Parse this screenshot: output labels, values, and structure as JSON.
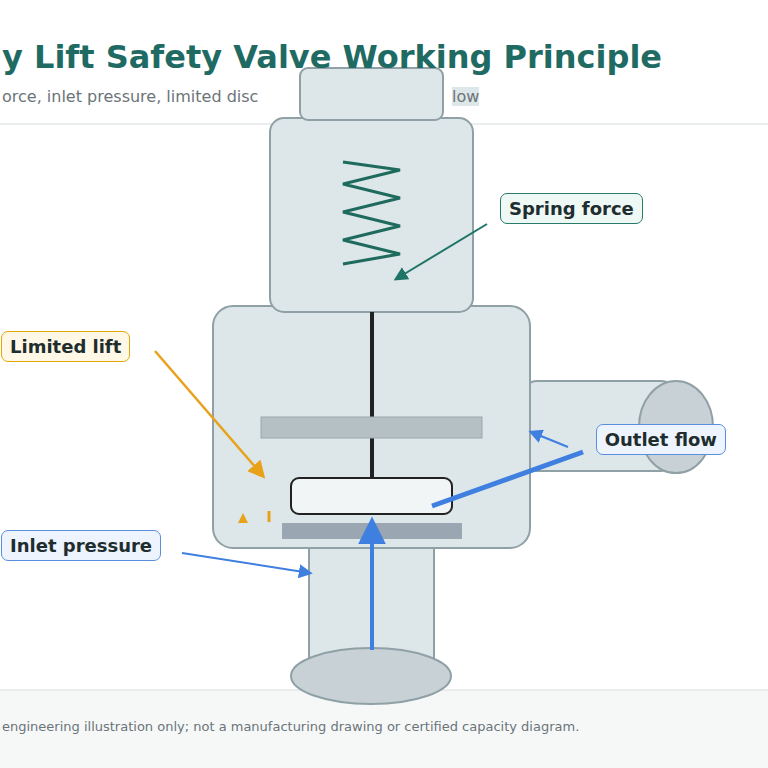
{
  "diagram": {
    "title": "y Lift Safety Valve Working Principle",
    "caption": "engineering illustration only; not a manufacturing drawing or certified capacity diagram.",
    "nodes": [
      {
        "text": [
          "Spring force"
        ]
      },
      {
        "text": [
          "Limited lift"
        ]
      },
      {
        "text": [
          "Outlet flow"
        ]
      },
      {
        "text": [
          "Inlet pressure"
        ]
      }
    ],
    "labels": [
      "orce, inlet pressure, limited disc",
      "low"
    ]
  }
}
